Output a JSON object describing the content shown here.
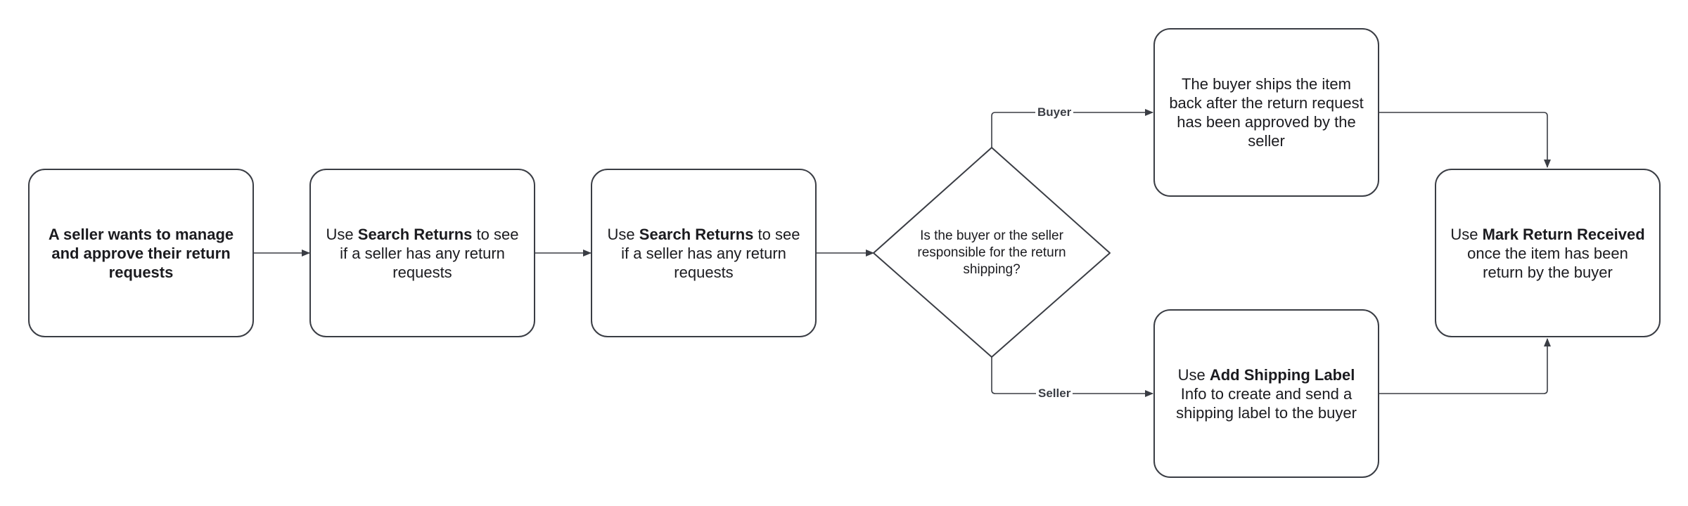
{
  "nodes": {
    "start": {
      "text": "A seller wants to manage and approve their return requests"
    },
    "search1": {
      "prefix": "Use ",
      "bold": "Search Returns",
      "suffix": " to see if a seller has any return requests"
    },
    "search2": {
      "prefix": "Use ",
      "bold": "Search Returns",
      "suffix": " to see if a seller has any return requests"
    },
    "decision": {
      "text": "Is the buyer or the seller responsible for the return shipping?"
    },
    "buyer_ships": {
      "text": "The buyer ships the item back after the return request has been approved by the seller"
    },
    "add_label": {
      "prefix": "Use ",
      "bold": "Add Shipping Label",
      "suffix": " Info to create and send a shipping label to the buyer"
    },
    "mark_received": {
      "prefix": "Use ",
      "bold": "Mark Return Received",
      "suffix": " once the item has been return by the buyer"
    }
  },
  "edges": {
    "buyer_label": "Buyer",
    "seller_label": "Seller"
  },
  "colors": {
    "stroke": "#3a3d44",
    "text": "#1b1b1f",
    "background": "#ffffff"
  }
}
